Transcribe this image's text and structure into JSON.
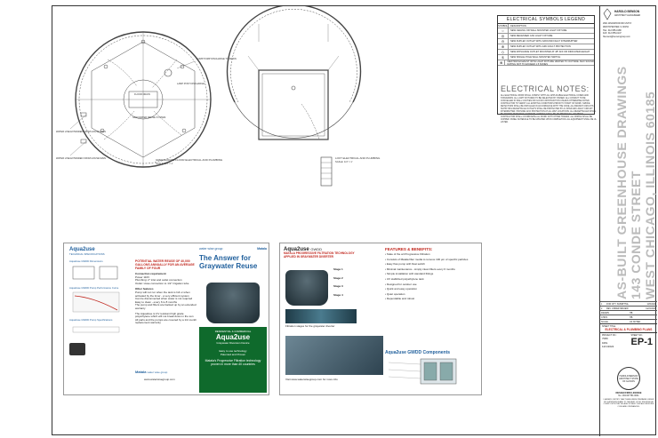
{
  "legend": {
    "title": "ELECTRICAL SYMBOLS LEGEND",
    "col_symbol": "SYMBOL",
    "col_description": "DESCRIPTION",
    "rows": [
      {
        "symbol": "○",
        "desc": "NEW CEILING OR WALL MOUNTED LIGHT FIXTURE"
      },
      {
        "symbol": "◎",
        "desc": "NEW RECESSED CAN LIGHT FIXTURE"
      },
      {
        "symbol": "⊖",
        "desc": "NEW DUPLEX OUTLET WITH GROUND FAULT INTERRUPTER"
      },
      {
        "symbol": "⊕",
        "desc": "NEW DUPLEX OUTLET WITH ARC FAULT PROTECTION"
      },
      {
        "symbol": "◇",
        "desc": "NEW APPLIANCE OUTLET MOUNTED AT 48\" AFF OR INDICATED HEIGHT"
      },
      {
        "symbol": "$",
        "desc": "NEW SINGLE POLE WALL MOUNTED SWITCH"
      },
      {
        "symbol": "⊗",
        "desc": "NEW 50W EXHAUST WITH LIGHT FIXTURE VENTED TO OUTSIDE. MAX SOUND RATING NOT TO EXCEED 1.5 SONES"
      }
    ]
  },
  "notes": {
    "title": "ELECTRICAL NOTES:",
    "text": "ALL ELECTRICAL WORK SHALL COMPLY WITH ALL APPLICABLE ELECTRICAL CODES AND STANDARDS. ALL LIGHT FIXTURES TO BE SELECTED BY OWNER. ALL CONDUIT TO BE CONCEALED IN WALL CAVITIES OR FLOOR CONSTRUCTION UNLESS OTHERWISE NOTED. CONTRACTOR TO VERIFY ALL EXISTING CONDITIONS PRIOR TO START OF WORK. SMOKE DETECTORS SHALL BE INSTALLED IN ACCORDANCE WITH THE CODE. ALL BRANCH CIRCUITS SUPPLYING RECEPTACLE OUTLETS SHALL BE PROTECTED BY A LISTED ARC-FAULT CIRCUIT INTERRUPTER. PROVIDE GFCI PROTECTION AT ALL WET LOCATIONS. ALL RECEPTACLES SHALL BE TAMPER RESISTANT. EXTERIOR LIGHTING SHALL BE ON PHOTOCELL OR TIMER. CONTRACTOR SHALL COORDINATE ALL WORK WITH OTHER TRADES. ALL WIRING SHALL BE COPPER. PANEL SCHEDULE TO BE UPDATED UPON COMPLETION. ALL EQUIPMENT SHALL BE UL LISTED."
  },
  "firm": {
    "name": "HAROLD BENSON",
    "subtitle": "ARCHITECT & ENGINEER",
    "address": "2901 WILDWOOD RD UNIT 8",
    "city": "WESTCHESTER, IL 60154",
    "phone": "TEL: 312-555-0188",
    "fax": "FAX: 312-555-0147",
    "email": "hbenson@bensongroup.com"
  },
  "title_block": {
    "line1": "AS-BUILT GREENHOUSE DRAWINGS",
    "line2": "143 CONDE STREET",
    "line3": "WEST CHICAGO, ILLINOIS 60185",
    "revisions": [
      {
        "no": "1",
        "desc": "FOR CITY SUBMITTAL",
        "date": "11/5/2022"
      },
      {
        "no": "2",
        "desc": "REV. UNDER REVIEW",
        "date": "11/21/2022"
      }
    ],
    "drawn_label": "DRAWN",
    "drawn": "HB",
    "checked_label": "CHK'D",
    "checked": "HB",
    "scale_label": "SCALE",
    "scale": "AS NOTED",
    "sheet_title_label": "SHEET TITLE:",
    "sheet_title": "ELECTRICAL & PLUMBING PLANS",
    "project_no_label": "PROJECT NO.:",
    "project_no": "7080",
    "sheet_no_label": "SHEET NO.:",
    "sheet_no": "EP-1",
    "date_label": "DATE",
    "date": "12/1/2022",
    "seal_text": "HAROLD BENSON ARCHITECT STATE OF ILLINOIS",
    "license_label": "DESIGN FIRM LICENSE",
    "license": "No. 184.007781-0001",
    "certification": "I HEREBY CERTIFY THAT THESE WERE PREPARED UNDER MY SUPERVISION AND TO THE BEST OF MY KNOWLEDGE COMPLY WITH THE VILLAGE OF WEST CHICAGO BUILDING CODE AND ORDINANCES."
  },
  "plans": {
    "left_label": "GREENHOUSE FLOOR ELECTRICAL AND PLUMBING",
    "left_scale": "SCALE: 1/4\" = 1'",
    "right_label": "LOFT ELECTRICAL AND PLUMBING",
    "right_scale": "SCALE: 1/4\" = 1'",
    "callout_sump": "SUMP PUMP DISCHARGE TO DRAIN",
    "callout_lamp": "LAMP POST DISCHARGE",
    "callout_hose1": "WATER LINE EXTENDED FROM HOUSE MAIN",
    "callout_hose2": "WATER LINE EXTENDED FROM HOUSE MAIN",
    "callout_drain": "FLOOR DRAIN",
    "callout_grey": "GRAYWATER REUSE SYSTEM"
  },
  "doc1": {
    "brand": "Aqua2use",
    "tech_spec": "TECHNICAL SPECIFICATIONS",
    "dims_title": "Aqua2use GWDD Dimensions",
    "perf_title": "Aqua2use GWDD Pump Performance Curve",
    "pump_title": "Aqua2use GWDD Pump Specifications",
    "headline": "POTENTIAL WATER REUSE OF 40,000 GALLONS ANNUALLY FOR AN AVERAGE FAMILY OF FOUR",
    "conn_title": "Connection requirement",
    "conn_lines": [
      "Power 110V",
      "Plumbing: 2\" inlet and outlet connection",
      "Outlet: Hose connection to 1/2\" irrigation tube"
    ],
    "other_title": "Other features",
    "other_lines": [
      "Pump will not run when the tank is full or when activated by the timer - a very efficient system",
      "Can be disconnected when water is not required",
      "Easy to clean - every 6 to 8 months",
      "The pump and filters are backed up by an extended warranty"
    ],
    "sub_lines": [
      "The Aqua2use is UV resistant high grade polyethylene which will not break down in the sun",
      "All parts and the pumps are covered by a 1/2-month replacement warranty"
    ],
    "answer_title": "The Answer for Graywater Reuse",
    "product_line": "RESIDENTIAL & COMMERCIAL",
    "product_name": "Aqua2use",
    "product_sub": "Graywater Diversion Device",
    "tagline": "Easy to use technology",
    "tagline2": "Patented and Proven",
    "blurb1": "Matala's Progressive Filtration technology proven in more than 40 countries",
    "brand_waterwise": "water wise group",
    "brand_matala": "Matala",
    "website": "www.waterwisegroup.com"
  },
  "doc2": {
    "brand": "Aqua2use",
    "model": "GWDD",
    "subtitle": "MATALA PROGRESSIVE FILTRATION TECHNOLOGY APPLIED IN GRAYWATER DIVERTER",
    "features_title": "FEATURES & BENEFITS:",
    "features": [
      "State of the art Progressive Filtration",
      "Consists of Matala filter media to remove 100 μm of specific particles",
      "Easy flow pump with float switch",
      "Minimal maintenance - simply clean filters every 6 months",
      "Simple installation with standard fittings",
      "UV stabilized polyethylene tank",
      "Designed for outdoor use",
      "Quick and easy operation",
      "Quiet operation",
      "Dependable and robust"
    ],
    "stage_labels": [
      "Stage 1",
      "Stage 2",
      "Stage 3",
      "Stage 4"
    ],
    "caption": "Filtration stages for the graywater diverter",
    "components_title": "Aqua2use GWDD Components",
    "caption2": "Visit www.waterwisegroup.com for more info"
  }
}
